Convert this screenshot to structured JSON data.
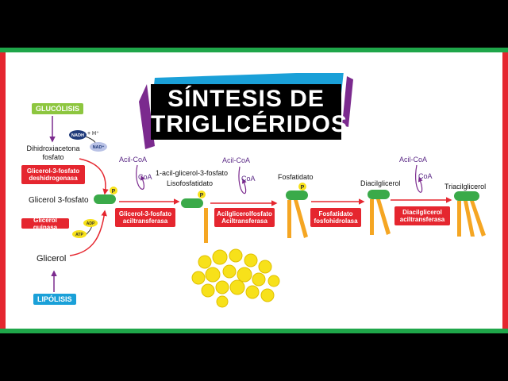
{
  "title": {
    "line1": "SÍNTESIS DE",
    "line2": "TRIGLICÉRIDOS"
  },
  "sources": {
    "glucolisis": "GLUCÓLISIS",
    "lipolisis": "LIPÓLISIS"
  },
  "metabolites": {
    "dhap_line1": "Dihidroxiacetona",
    "dhap_line2": "fosfato",
    "g3p": "Glicerol 3-fosfato",
    "glycerol": "Glicerol",
    "lpa_line1": "1-acil-glicerol-3-fosfato",
    "lpa_line2": "Lisofosfatidato",
    "pa": "Fosfatidato",
    "dag": "Diacilglicerol",
    "tag": "Triacilglicerol"
  },
  "cofactors": {
    "nadh": "NADH",
    "h_plus": "+ H⁺",
    "nad": "NAD⁺",
    "adp": "ADP",
    "atp": "ATP",
    "acil_coa_1": "Acil-CoA",
    "coa_1": "CoA",
    "acil_coa_2": "Acil-CoA",
    "coa_2": "CoA",
    "acil_coa_3": "Acil-CoA",
    "coa_3": "CoA",
    "phosphate": "P"
  },
  "enzymes": {
    "g3p_dh_l1": "Glicerol-3-fosfato",
    "g3p_dh_l2": "deshidrogenasa",
    "gk": "Glicerol quinasa",
    "gpat_l1": "Glicerol-3-fosfato",
    "gpat_l2": "aciltransferasa",
    "agpat_l1": "Acilglicerolfosfato",
    "agpat_l2": "Aciltransferasa",
    "pap_l1": "Fosfatidato",
    "pap_l2": "fosfohidrolasa",
    "dgat_l1": "Diacilglicerol",
    "dgat_l2": "aciltransferasa"
  },
  "colors": {
    "green": "#1fa64a",
    "red": "#e5262f",
    "purple": "#5b2a86",
    "head_green": "#3aaa49",
    "tail_orange": "#f5a623",
    "phosphate_yellow": "#f7e11a",
    "lipid_yellow": "#f7e11a",
    "title_blue": "#1aa0d8",
    "title_purple": "#7b2a8e"
  }
}
